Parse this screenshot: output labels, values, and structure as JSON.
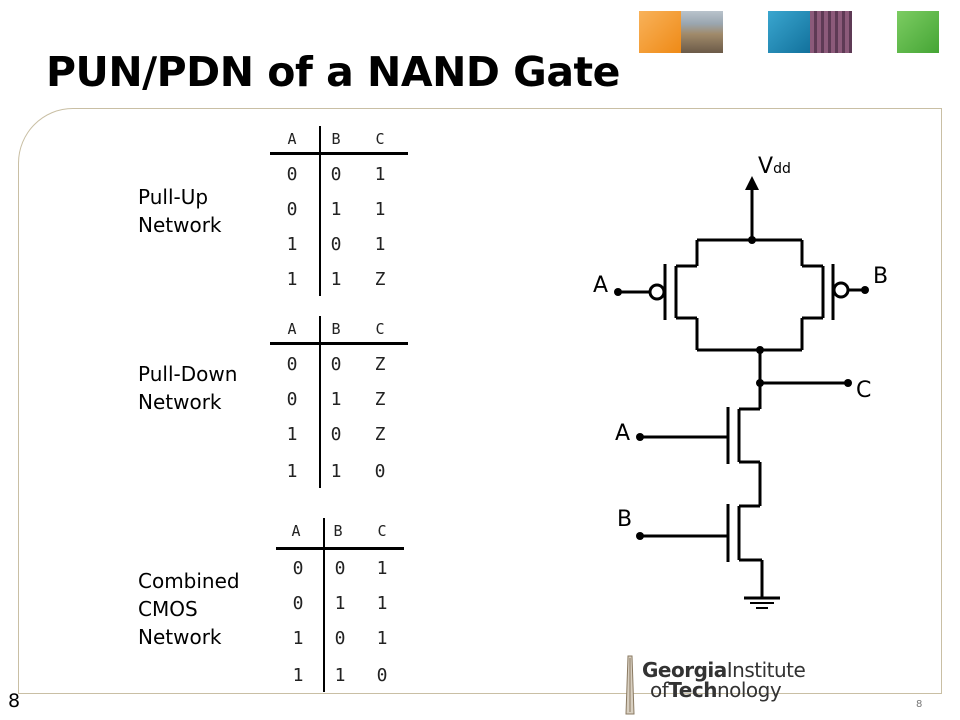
{
  "slide": {
    "title": "PUN/PDN of a NAND Gate",
    "page_number": "8",
    "page_number_small": "8"
  },
  "header_images": [
    {
      "name": "orange-thumbnail",
      "color": "#f49422"
    },
    {
      "name": "building-photo-thumbnail",
      "color": "#8a7d68"
    },
    {
      "name": "blue-thumbnail",
      "color": "#1c87b4"
    },
    {
      "name": "chip-photo-thumbnail",
      "color": "#7a4a6a"
    },
    {
      "name": "green-thumbnail",
      "color": "#5cb848"
    }
  ],
  "sections": {
    "pull_up": "Pull-Up\nNetwork",
    "pull_down": "Pull-Down\nNetwork",
    "combined": "Combined\nCMOS\nNetwork"
  },
  "truth_tables": [
    {
      "headers": [
        "A",
        "B",
        "C"
      ],
      "rows": [
        [
          "0",
          "0",
          "1"
        ],
        [
          "0",
          "1",
          "1"
        ],
        [
          "1",
          "0",
          "1"
        ],
        [
          "1",
          "1",
          "Z"
        ]
      ]
    },
    {
      "headers": [
        "A",
        "B",
        "C"
      ],
      "rows": [
        [
          "0",
          "0",
          "Z"
        ],
        [
          "0",
          "1",
          "Z"
        ],
        [
          "1",
          "0",
          "Z"
        ],
        [
          "1",
          "1",
          "0"
        ]
      ]
    },
    {
      "headers": [
        "A",
        "B",
        "C"
      ],
      "rows": [
        [
          "0",
          "0",
          "1"
        ],
        [
          "0",
          "1",
          "1"
        ],
        [
          "1",
          "0",
          "1"
        ],
        [
          "1",
          "1",
          "0"
        ]
      ]
    }
  ],
  "circuit": {
    "vdd_main": "V",
    "vdd_sub": "dd",
    "input_a_pmos": "A",
    "input_b_pmos": "B",
    "output": "C",
    "input_a_nmos": "A",
    "input_b_nmos": "B"
  },
  "logo": {
    "line1_bold": "Georgia",
    "line1_regular": "Institute",
    "line2_regular": "of",
    "line2_bold": "Tech",
    "line2_end": "nology"
  }
}
